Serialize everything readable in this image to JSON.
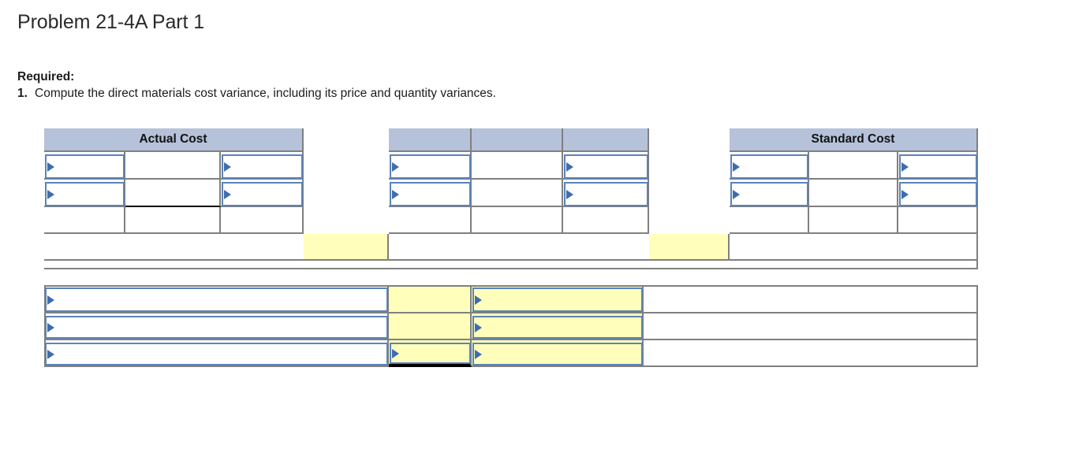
{
  "heading": {
    "title": "Problem 21-4A Part 1",
    "required_label": "Required:",
    "requirement_number": "1.",
    "requirement_text": "Compute the direct materials cost variance, including its price and quantity variances."
  },
  "colors": {
    "header_blue": "#b6c2da",
    "input_yellow": "#ffffbb",
    "dropdown_border": "#5b83b9",
    "gridline": "#808080",
    "total_rule": "#000000"
  },
  "worksheet": {
    "top_table": {
      "headers": [
        {
          "name": "actual-cost",
          "label": "Actual Cost"
        },
        {
          "name": "middle-col-1",
          "label": ""
        },
        {
          "name": "middle-col-2",
          "label": ""
        },
        {
          "name": "middle-col-3",
          "label": ""
        },
        {
          "name": "standard-cost",
          "label": "Standard Cost"
        }
      ],
      "actual_cost_group": {
        "row1": {
          "select_left": "",
          "value_middle": "",
          "select_right": ""
        },
        "row2": {
          "select_left": "",
          "value_middle": "",
          "select_right": ""
        },
        "row3": {
          "left": "",
          "middle": "",
          "right": ""
        }
      },
      "middle_group": {
        "row1": {
          "select_left": "",
          "value_middle": "",
          "select_right": ""
        },
        "row2": {
          "select_left": "",
          "value_middle": "",
          "select_right": ""
        },
        "row3": {
          "left": "",
          "middle": "",
          "right": ""
        }
      },
      "standard_cost_group": {
        "row1": {
          "select_left": "",
          "value_middle": "",
          "select_right": ""
        },
        "row2": {
          "select_left": "",
          "value_middle": "",
          "select_right": ""
        },
        "row3": {
          "left": "",
          "middle": "",
          "right": ""
        }
      },
      "variance_row": {
        "left_gap_input": "",
        "right_gap_input": ""
      }
    },
    "bottom_table": {
      "rows": [
        {
          "name": "variance-row-1",
          "label_select": "",
          "amount_input": "",
          "favorability_select": "",
          "trailing": ""
        },
        {
          "name": "variance-row-2",
          "label_select": "",
          "amount_input": "",
          "favorability_select": "",
          "trailing": ""
        },
        {
          "name": "variance-row-3",
          "label_select": "",
          "amount_input": "",
          "favorability_select": "",
          "trailing": ""
        }
      ]
    }
  }
}
